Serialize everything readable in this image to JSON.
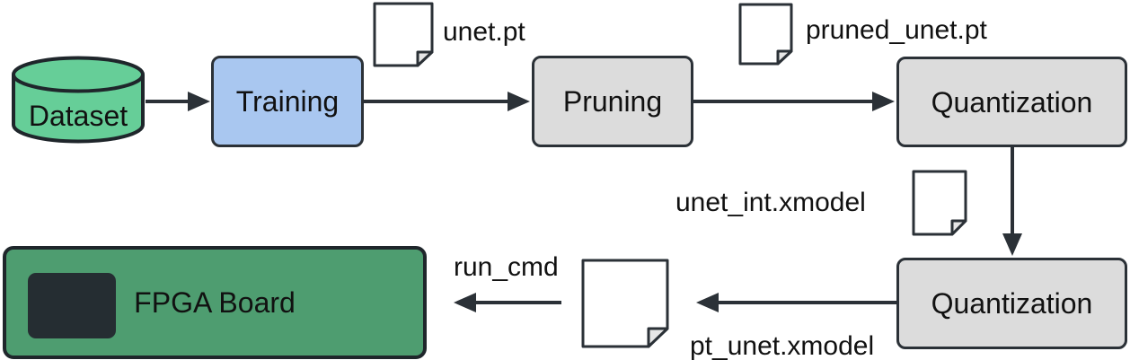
{
  "nodes": {
    "dataset": {
      "label": "Dataset"
    },
    "training": {
      "label": "Training"
    },
    "pruning": {
      "label": "Pruning"
    },
    "quantization_top": {
      "label": "Quantization"
    },
    "quantization_bottom": {
      "label": "Quantization"
    },
    "fpga_board": {
      "label": "FPGA Board"
    }
  },
  "artifacts": {
    "unet_pt": {
      "label": "unet.pt"
    },
    "pruned_unet_pt": {
      "label": "pruned_unet.pt"
    },
    "unet_int_xmodel": {
      "label": "unet_int.xmodel"
    },
    "pt_unet_xmodel": {
      "label": "pt_unet.xmodel"
    },
    "run_cmd": {
      "label": "run_cmd"
    }
  },
  "colors": {
    "dataset_fill": "#66ce98",
    "training_fill": "#a9c7f0",
    "process_fill": "#dcdcdc",
    "fpga_fill": "#4e9d70",
    "chip_fill": "#252d32",
    "stroke": "#2b3137",
    "background": "#ffffff"
  }
}
